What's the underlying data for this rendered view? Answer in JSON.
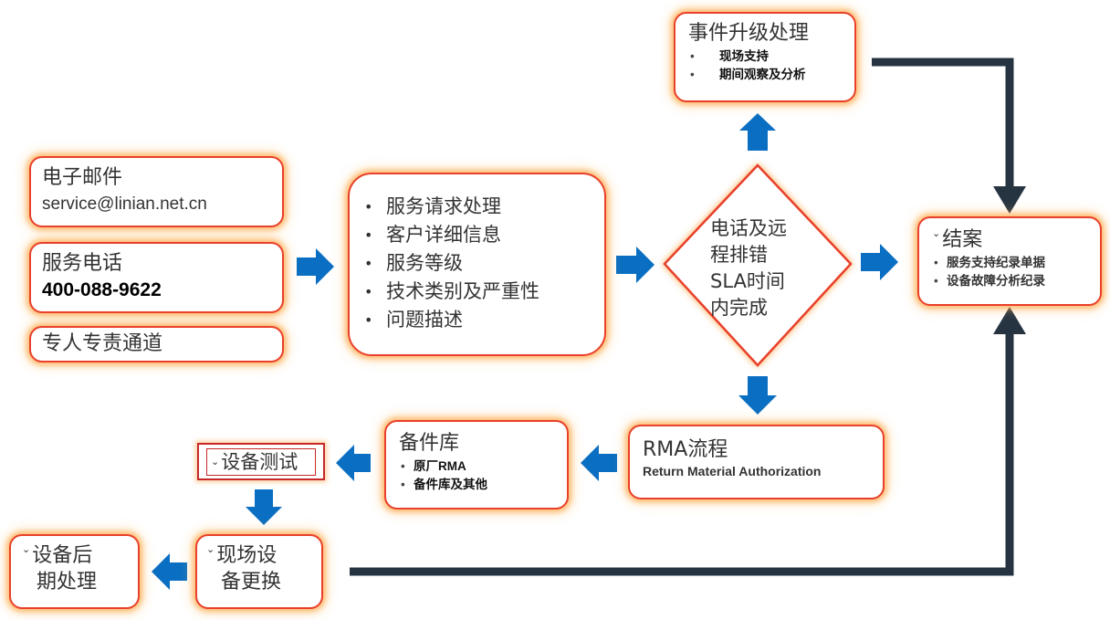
{
  "email": {
    "title": "电子邮件",
    "address": "service@linian.net.cn"
  },
  "phone": {
    "title": "服务电话",
    "number": "400-088-9622"
  },
  "dedicated": {
    "label": "专人专责通道"
  },
  "service_request": {
    "items": [
      "服务请求处理",
      "客户详细信息",
      "服务等级",
      "技术类别及严重性",
      "问题描述"
    ]
  },
  "remote": {
    "lines": [
      "电话及远",
      "程排错",
      "SLA时间",
      "内完成"
    ]
  },
  "escalation": {
    "title": "事件升级处理",
    "items": [
      "现场支持",
      "期间观察及分析"
    ]
  },
  "close": {
    "title": "结案",
    "items": [
      "服务支持纪录单据",
      "设备故障分析纪录"
    ]
  },
  "rma": {
    "title": "RMA流程",
    "subtitle": "Return Material Authorization"
  },
  "spares": {
    "title": "备件库",
    "items": [
      "原厂RMA",
      "备件库及其他"
    ]
  },
  "test": {
    "label": "设备测试"
  },
  "onsite": {
    "line1": "现场设",
    "line2": "备更换"
  },
  "post": {
    "line1": "设备后",
    "line2": "期处理"
  },
  "colors": {
    "arrow_blue": "#0a6fc2",
    "connector_dark": "#263442",
    "border_red": "#e8402a",
    "glow_orange": "#ffa030"
  }
}
